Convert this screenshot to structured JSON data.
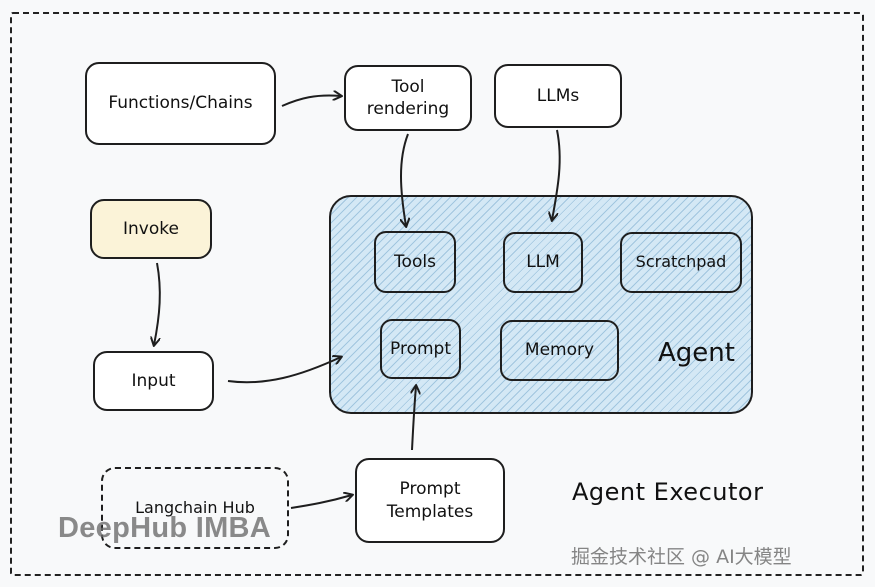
{
  "diagram": {
    "nodes": {
      "functions_chains": "Functions/Chains",
      "tool_rendering": "Tool\nrendering",
      "llms": "LLMs",
      "invoke": "Invoke",
      "input": "Input",
      "tools": "Tools",
      "llm": "LLM",
      "scratchpad": "Scratchpad",
      "prompt": "Prompt",
      "memory": "Memory",
      "langchain_hub": "Langchain Hub",
      "prompt_templates": "Prompt\nTemplates"
    },
    "group_labels": {
      "agent": "Agent",
      "agent_executor": "Agent Executor"
    },
    "edges": [
      {
        "from": "Functions/Chains",
        "to": "Tool rendering"
      },
      {
        "from": "Tool rendering",
        "to": "Tools"
      },
      {
        "from": "LLMs",
        "to": "LLM"
      },
      {
        "from": "Invoke",
        "to": "Input"
      },
      {
        "from": "Input",
        "to": "Agent"
      },
      {
        "from": "Prompt Templates",
        "to": "Prompt"
      },
      {
        "from": "Langchain Hub",
        "to": "Prompt Templates"
      }
    ],
    "colors": {
      "agent_fill": "#d4e8f5",
      "invoke_fill": "#fbf3d8",
      "stroke": "#1e1e1e"
    }
  },
  "watermarks": {
    "left": "DeepHub IMBA",
    "right": "掘金技术社区 @ AI大模型"
  }
}
